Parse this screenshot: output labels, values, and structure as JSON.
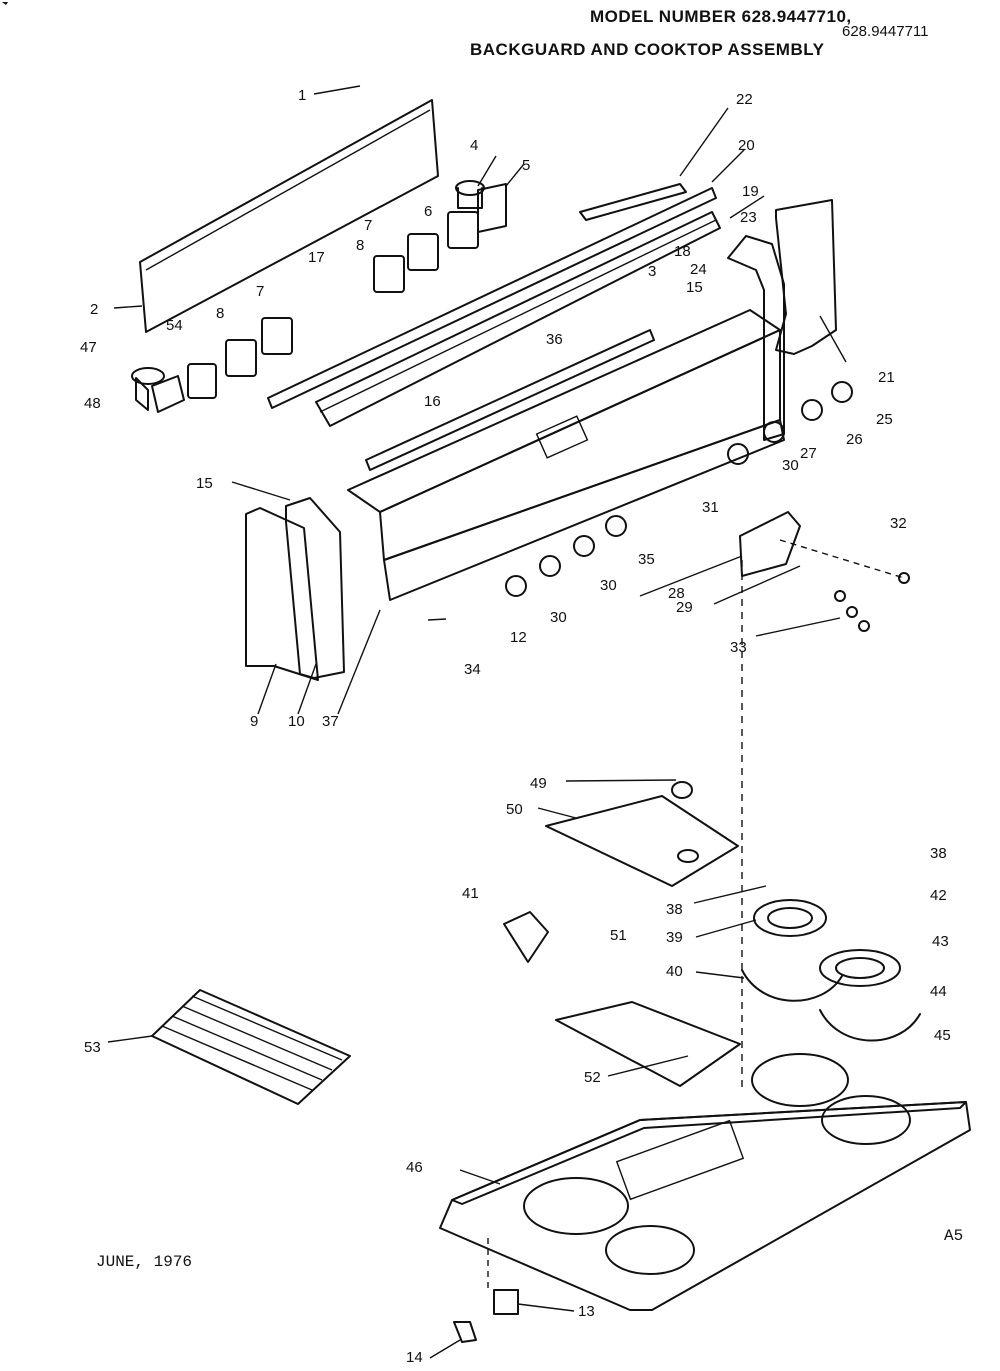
{
  "header": {
    "model_line": "MODEL NUMBER 628.9447710,",
    "model_alt": "628.9447711",
    "assembly_title": "BACKGUARD AND COOKTOP ASSEMBLY"
  },
  "date_stamp": "JUNE, 1976",
  "page_code": "A5",
  "callouts": {
    "c1": "1",
    "c2": "2",
    "c3": "3",
    "c4": "4",
    "c5": "5",
    "c6": "6",
    "c7": "7",
    "c8": "8",
    "c9": "9",
    "c10": "10",
    "c12": "12",
    "c13": "13",
    "c14": "14",
    "c15": "15",
    "c16": "16",
    "c17": "17",
    "c18": "18",
    "c19": "19",
    "c20": "20",
    "c21": "21",
    "c22": "22",
    "c23": "23",
    "c24": "24",
    "c25": "25",
    "c26": "26",
    "c27": "27",
    "c28": "28",
    "c29": "29",
    "c30": "30",
    "c31": "31",
    "c32": "32",
    "c33": "33",
    "c34": "34",
    "c35": "35",
    "c36": "36",
    "c37": "37",
    "c38": "38",
    "c39": "39",
    "c40": "40",
    "c41": "41",
    "c42": "42",
    "c43": "43",
    "c44": "44",
    "c45": "45",
    "c46": "46",
    "c47": "47",
    "c48": "48",
    "c49": "49",
    "c50": "50",
    "c51": "51",
    "c52": "52",
    "c53": "53",
    "c54": "54"
  }
}
